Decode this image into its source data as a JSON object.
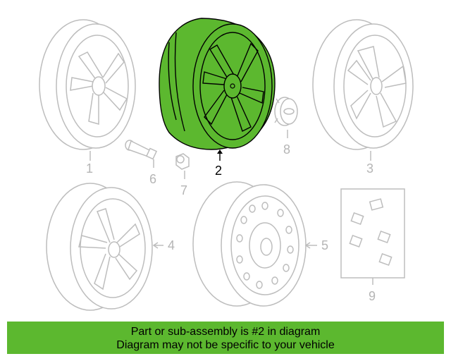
{
  "callouts": {
    "p1": "1",
    "p2": "2",
    "p3": "3",
    "p4": "4",
    "p5": "5",
    "p6": "6",
    "p7": "7",
    "p8": "8",
    "p9": "9"
  },
  "highlight_color": "#5cb82f",
  "banner": {
    "line1": "Part or sub-assembly is #2 in diagram",
    "line2": "Diagram may not be specific to your vehicle"
  }
}
